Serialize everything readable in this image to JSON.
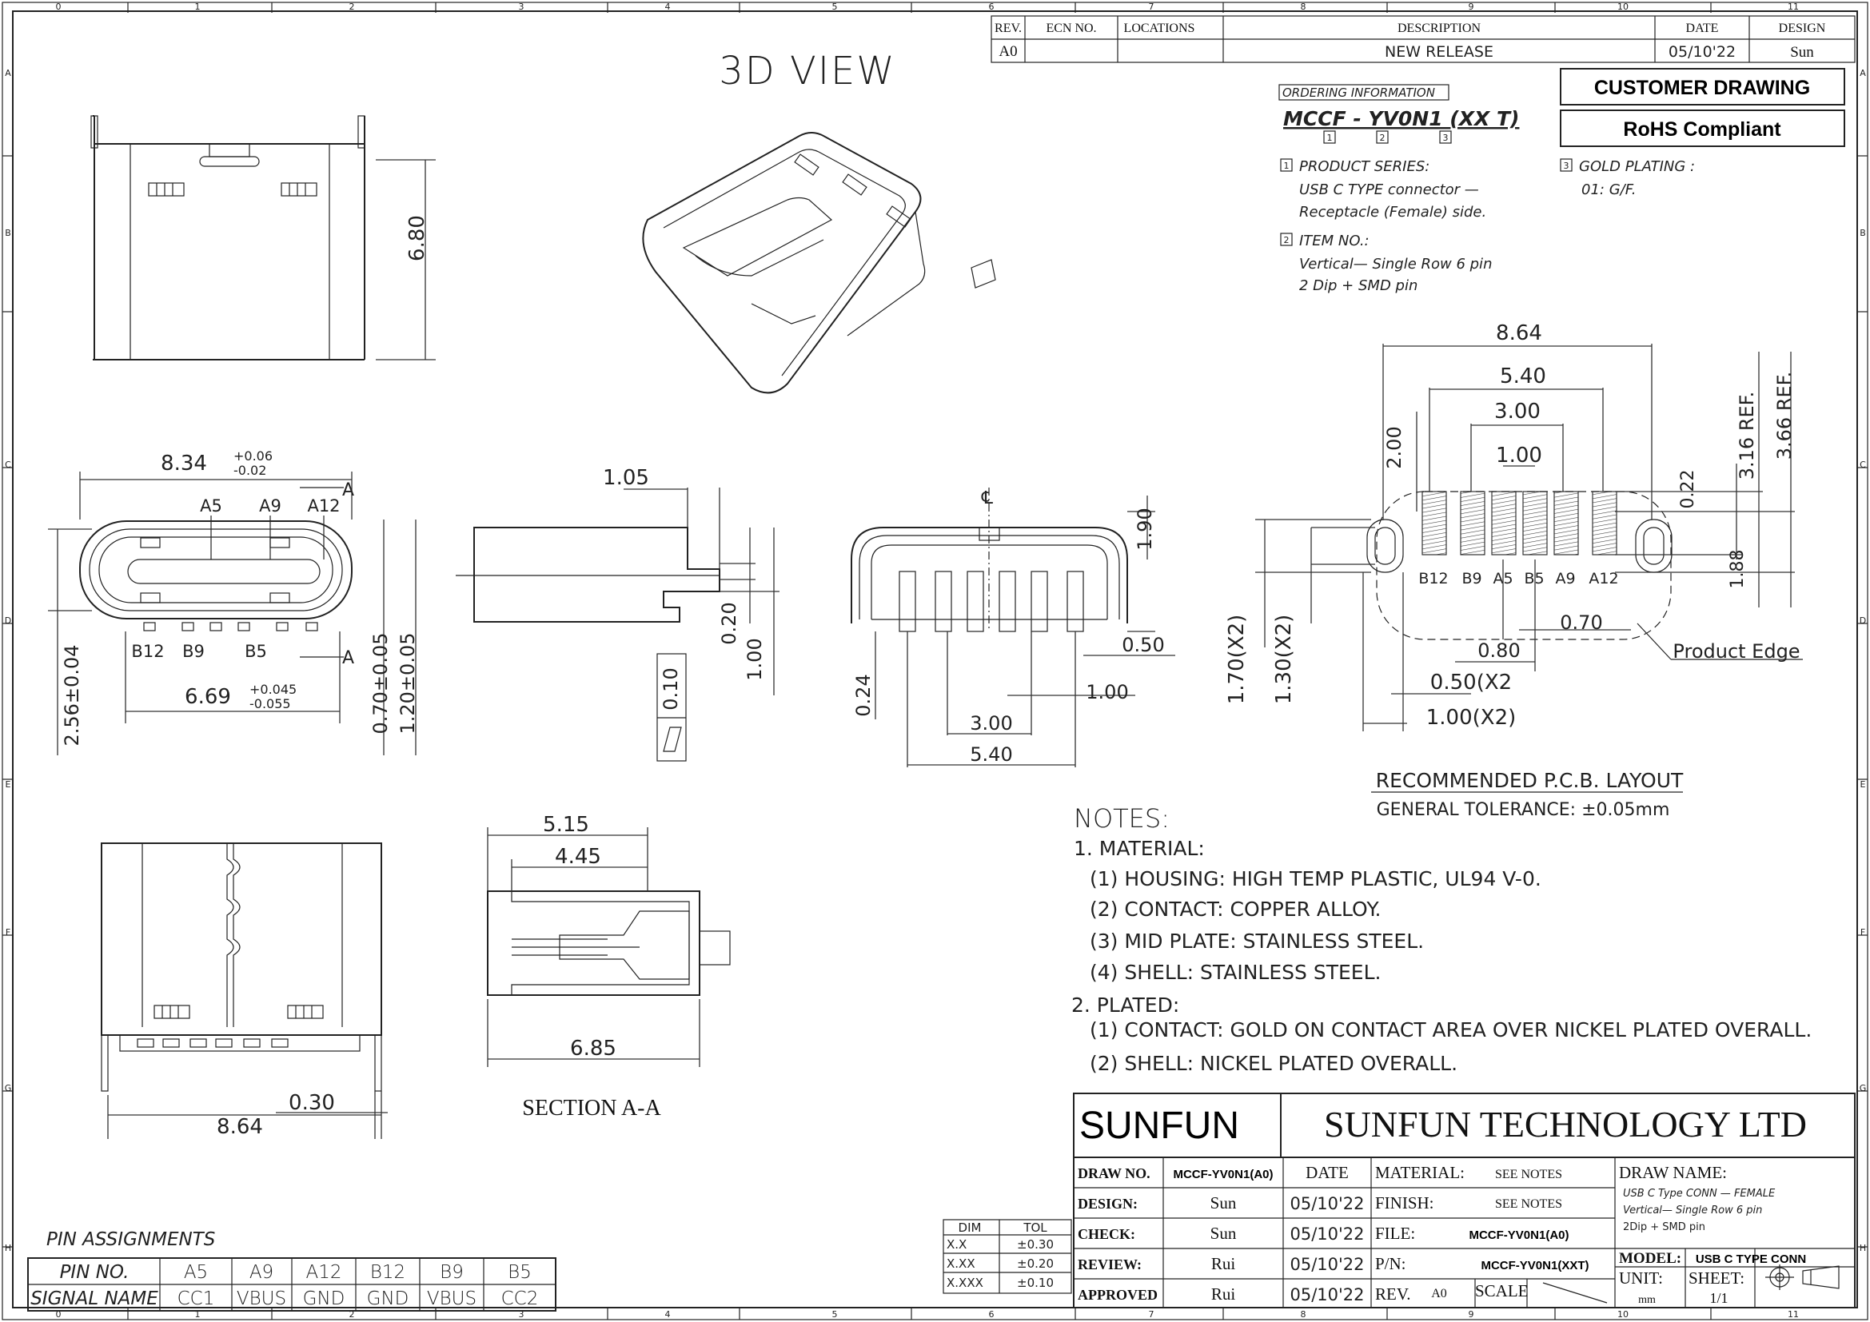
{
  "border": {
    "top_columns": [
      "0",
      "1",
      "2",
      "3",
      "4",
      "5",
      "6",
      "7",
      "8",
      "9",
      "10",
      "11"
    ],
    "row_letters": [
      "A",
      "B",
      "C",
      "D",
      "E",
      "F",
      "G",
      "H"
    ]
  },
  "revision_table": {
    "headers": [
      "REV.",
      "ECN NO.",
      "LOCATIONS",
      "DESCRIPTION",
      "DATE",
      "DESIGN"
    ],
    "row": [
      "A0",
      "",
      "",
      "NEW RELEASE",
      "05/10'22",
      "Sun"
    ]
  },
  "view_3d_title": "3D VIEW",
  "badges": {
    "customer": "CUSTOMER DRAWING",
    "rohs": "RoHS Compliant"
  },
  "ordering": {
    "label": "ORDERING INFORMATION",
    "part": "MCCF - YV0N1 (XX T)",
    "markers": [
      "1",
      "2",
      "3"
    ],
    "s1_title": "PRODUCT SERIES:",
    "s1_lines": [
      "USB C TYPE connector —",
      "Receptacle (Female) side."
    ],
    "s2_title": "ITEM NO.:",
    "s2_lines": [
      "Vertical— Single Row 6 pin",
      "2 Dip + SMD pin"
    ],
    "s3_title": "GOLD PLATING :",
    "s3_lines": [
      "01: G/F."
    ]
  },
  "dimensions": {
    "d_680": "6.80",
    "d_834": "8.34",
    "d_834_tol_up": "+0.06",
    "d_834_tol_dn": "-0.02",
    "a_mark": "A",
    "pins_top": [
      "A5",
      "A9",
      "A12"
    ],
    "pins_bottom": [
      "B12",
      "B9",
      "B5"
    ],
    "d_669": "6.69",
    "d_669_tol_up": "+0.045",
    "d_669_tol_dn": "-0.055",
    "d_256": "2.56±0.04",
    "d_070": "0.70±0.05",
    "d_120": "1.20±0.05",
    "d_105": "1.05",
    "d_020": "0.20",
    "d_100": "1.00",
    "d_010": "0.10",
    "centerline": "℄",
    "d_190": "1.90",
    "d_050": "0.50",
    "d_024": "0.24",
    "d_100b": "1.00",
    "d_300": "3.00",
    "d_540": "5.40",
    "d_515": "5.15",
    "d_445": "4.45",
    "d_685": "6.85",
    "d_030": "0.30",
    "d_864b": "8.64",
    "section_title": "SECTION  A-A"
  },
  "pcb": {
    "d_864": "8.64",
    "d_540": "5.40",
    "d_300": "3.00",
    "d_100": "1.00",
    "d_200": "2.00",
    "d_022": "0.22",
    "d_316": "3.16 REF.",
    "d_366": "3.66 REF.",
    "d_188": "1.88",
    "pins": [
      "B12",
      "B9",
      "A5",
      "B5",
      "A9",
      "A12"
    ],
    "d_070": "0.70",
    "d_080": "0.80",
    "d_050x2": "0.50(X2",
    "d_100x2": "1.00(X2)",
    "d_170x2": "1.70(X2)",
    "d_130x2": "1.30(X2)",
    "product_edge": "Product Edge",
    "title": "RECOMMENDED  P.C.B. LAYOUT",
    "tolerance": "GENERAL TOLERANCE: ±0.05mm"
  },
  "notes": {
    "title": "NOTES:",
    "lines": [
      "1. MATERIAL:",
      "(1) HOUSING: HIGH TEMP PLASTIC, UL94 V-0.",
      "(2) CONTACT: COPPER ALLOY.",
      "(3) MID PLATE: STAINLESS STEEL.",
      "(4) SHELL: STAINLESS STEEL.",
      "2. PLATED:",
      "(1) CONTACT: GOLD ON CONTACT AREA OVER NICKEL PLATED OVERALL.",
      "(2) SHELL: NICKEL PLATED OVERALL."
    ]
  },
  "pin_assignments": {
    "title": "PIN ASSIGNMENTS",
    "row1": [
      "PIN NO.",
      "A5",
      "A9",
      "A12",
      "B12",
      "B9",
      "B5"
    ],
    "row2": [
      "SIGNAL NAME",
      "CC1",
      "VBUS",
      "GND",
      "GND",
      "VBUS",
      "CC2"
    ]
  },
  "tolerance_table": {
    "headers": [
      "DIM",
      "TOL"
    ],
    "rows": [
      [
        "X.X",
        "±0.30"
      ],
      [
        "X.XX",
        "±0.20"
      ],
      [
        "X.XXX",
        "±0.10"
      ]
    ]
  },
  "title_block": {
    "logo": "SUNFUN",
    "company": "SUNFUN TECHNOLOGY LTD",
    "draw_no_label": "DRAW NO.",
    "draw_no": "MCCF-YV0N1(A0)",
    "date_label": "DATE",
    "design_label": "DESIGN:",
    "design": "Sun",
    "design_date": "05/10'22",
    "check_label": "CHECK:",
    "check": "Sun",
    "check_date": "05/10'22",
    "review_label": "REVIEW:",
    "review": "Rui",
    "review_date": "05/10'22",
    "approved_label": "APPROVED",
    "approved": "Rui",
    "approved_date": "05/10'22",
    "material_label": "MATERIAL:",
    "material": "SEE NOTES",
    "finish_label": "FINISH:",
    "finish": "SEE NOTES",
    "file_label": "FILE:",
    "file": "MCCF-YV0N1(A0)",
    "pn_label": "P/N:",
    "pn": "MCCF-YV0N1(XXT)",
    "rev_label": "REV.",
    "rev": "A0",
    "scale_label": "SCALE",
    "draw_name_label": "DRAW NAME:",
    "draw_name_lines": [
      "USB C Type CONN — FEMALE",
      "Vertical— Single Row 6 pin",
      "2Dip + SMD pin"
    ],
    "model_label": "MODEL:",
    "model": "USB C TYPE CONN",
    "unit_label": "UNIT:",
    "unit": "mm",
    "sheet_label": "SHEET:",
    "sheet": "1/1"
  }
}
